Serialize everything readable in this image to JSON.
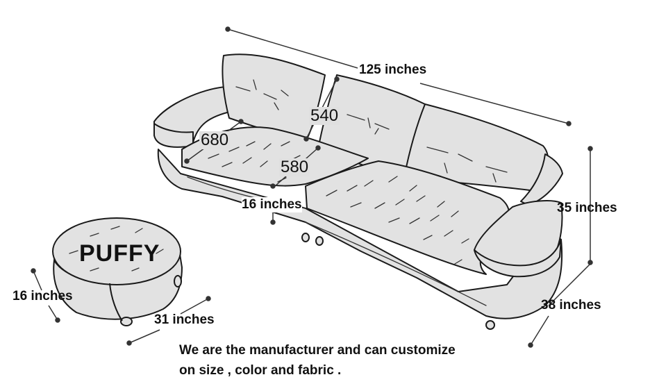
{
  "sofa": {
    "length_label": "125 inches",
    "height_label": "35 inches",
    "depth_label": "38 inches",
    "seat_height_label": "16 inches",
    "mm_back_cushion": "540",
    "mm_seat_depth": "680",
    "mm_seat_width": "580"
  },
  "ottoman": {
    "name": "PUFFY",
    "height_label": "16 inches",
    "diameter_label": "31 inches"
  },
  "note": {
    "line1": "We are the manufacturer and can customize",
    "line2": "on size , color and fabric ."
  },
  "colors": {
    "upholstery": "#e2e2e2",
    "outline": "#1a1a1a",
    "dimension_line": "#333333"
  }
}
